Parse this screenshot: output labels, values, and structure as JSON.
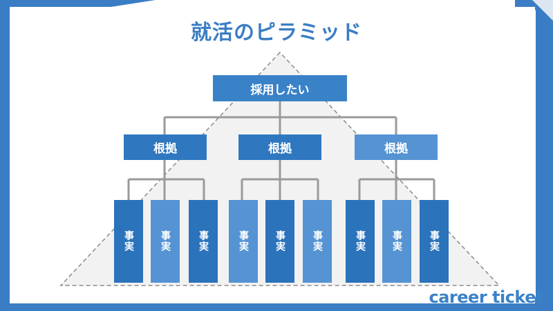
{
  "title": "就活のピラミッド",
  "top_node": {
    "label": "採用したい"
  },
  "reason_nodes": [
    {
      "label": "根拠"
    },
    {
      "label": "根拠"
    },
    {
      "label": "根拠"
    }
  ],
  "fact_nodes": [
    {
      "label": "事実"
    },
    {
      "label": "事実"
    },
    {
      "label": "事実"
    },
    {
      "label": "事実"
    },
    {
      "label": "事実"
    },
    {
      "label": "事実"
    },
    {
      "label": "事実"
    },
    {
      "label": "事実"
    },
    {
      "label": "事実"
    }
  ],
  "brand": "career ticket",
  "colors": {
    "accent": "#3a82c8",
    "frame_blue": "#3a7dc4",
    "pyramid_fill": "#f2f2f2",
    "connector": "#9a9a9a"
  }
}
